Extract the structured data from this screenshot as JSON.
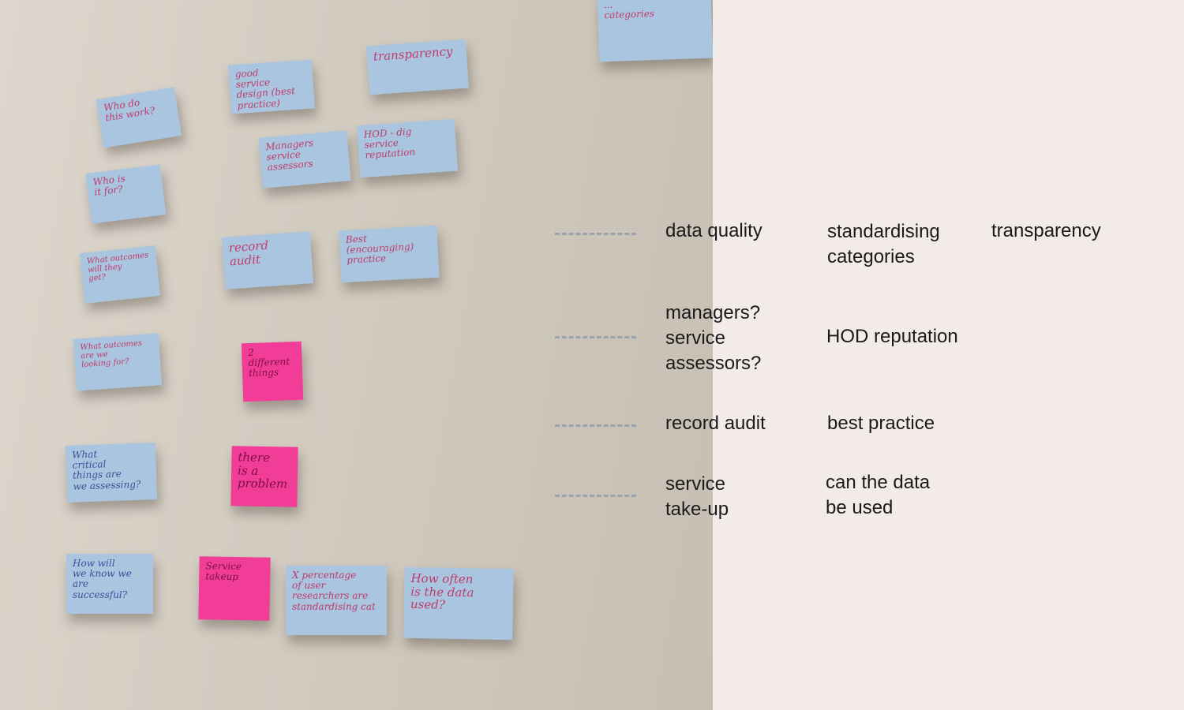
{
  "wall_notes": [
    {
      "id": "who-do-this-work",
      "text": "Who do\nthis work?",
      "color": "blue"
    },
    {
      "id": "good-service-design",
      "text": "good\nservice\ndesign (best\npractice)",
      "color": "blue"
    },
    {
      "id": "transparency-note",
      "text": "transparency",
      "color": "blue"
    },
    {
      "id": "top-right-note",
      "text": "...\ncategories",
      "color": "blue"
    },
    {
      "id": "managers-service-assessors",
      "text": "Managers\nservice\nassessors",
      "color": "blue"
    },
    {
      "id": "hod-reputation",
      "text": "HOD - dig service\nreputation",
      "color": "blue"
    },
    {
      "id": "who-is-it-for",
      "text": "Who is\nit for?",
      "color": "blue"
    },
    {
      "id": "what-outcomes-get",
      "text": "What outcomes\nwill they\nget?",
      "color": "blue"
    },
    {
      "id": "record-audit-note",
      "text": "record\naudit",
      "color": "blue"
    },
    {
      "id": "best-practice-note",
      "text": "Best (encouraging)\npractice",
      "color": "blue"
    },
    {
      "id": "what-outcomes-looking",
      "text": "What outcomes\nare we\nlooking for?",
      "color": "blue"
    },
    {
      "id": "two-different-things",
      "text": "2 different\nthings",
      "color": "pink"
    },
    {
      "id": "critical-things",
      "text": "What\ncritical\nthings are\nwe assessing?",
      "color": "blue"
    },
    {
      "id": "there-is-a-problem",
      "text": "there\nis a\nproblem",
      "color": "pink"
    },
    {
      "id": "how-will-we-know",
      "text": "How will\nwe know we\nare\nsuccessful?",
      "color": "blue"
    },
    {
      "id": "service-takeup-note",
      "text": "Service\ntakeup",
      "color": "pink"
    },
    {
      "id": "x-percentage",
      "text": "X percentage\nof user\nresearchers are\nstandardising cat",
      "color": "blue"
    },
    {
      "id": "how-often-data-used",
      "text": "How often\nis the data\nused?",
      "color": "blue"
    }
  ],
  "transcription": {
    "row1": {
      "c1": "data quality",
      "c2": "standardising\ncategories",
      "c3": "transparency"
    },
    "row2": {
      "c1": "managers?\nservice\nassessors?",
      "c2": "HOD reputation"
    },
    "row3": {
      "c1": "record audit",
      "c2": "best practice"
    },
    "row4": {
      "c1": "service\ntake-up",
      "c2": "can the data\nbe used"
    }
  },
  "colors": {
    "blue_note": "#a9c5df",
    "pink_note": "#f23d98",
    "panel_bg": "#f2ebe7",
    "dash": "#9aa2aa"
  }
}
